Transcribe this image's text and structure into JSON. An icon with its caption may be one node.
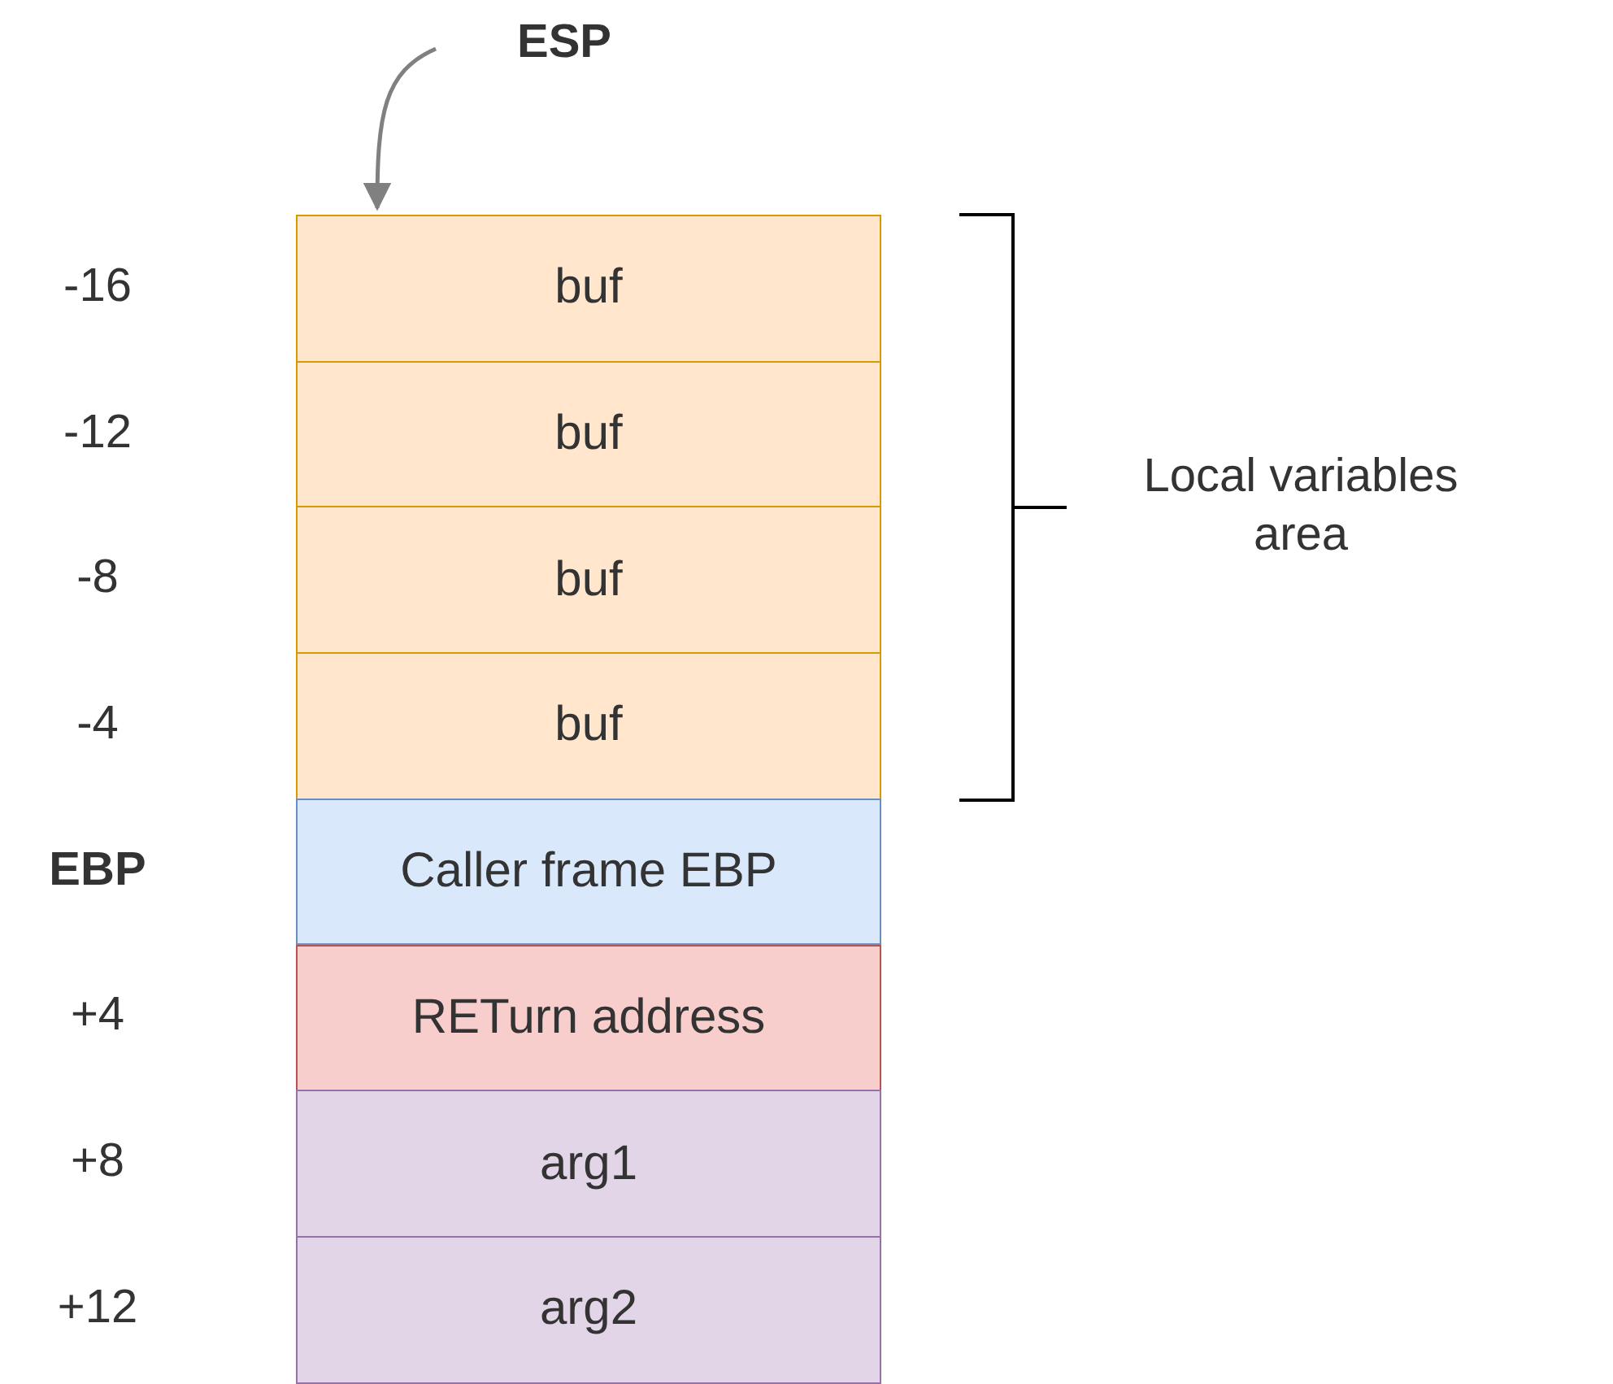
{
  "diagram": {
    "nodes": [
      {
        "text": [
          "ESP"
        ]
      },
      {
        "text": [
          "buf"
        ]
      },
      {
        "text": [
          "buf"
        ]
      },
      {
        "text": [
          "buf"
        ]
      },
      {
        "text": [
          "buf"
        ]
      },
      {
        "text": [
          "Caller frame EBP"
        ]
      },
      {
        "text": [
          "RETurn address"
        ]
      },
      {
        "text": [
          "arg1"
        ]
      },
      {
        "text": [
          "arg2"
        ]
      }
    ],
    "edges": [
      {
        "from": 0,
        "to": 1,
        "arrow": "to"
      }
    ],
    "labels": [
      "-16",
      "-12",
      "-8",
      "-4",
      "EBP",
      "+4",
      "+8",
      "+12",
      "Local variables area"
    ]
  }
}
